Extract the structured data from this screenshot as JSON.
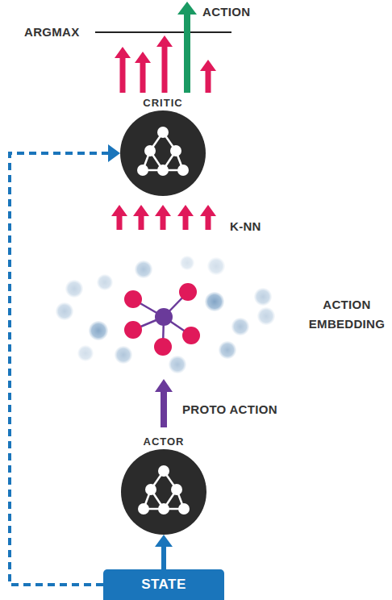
{
  "diagram": {
    "nodes": [
      {
        "text": [
          "CRITIC"
        ]
      },
      {
        "text": [
          "ACTOR"
        ]
      },
      {
        "text": [
          "STATE"
        ]
      }
    ],
    "edges": [
      {
        "from": 2,
        "to": 1,
        "arrow": "to"
      },
      {
        "from": 2,
        "to": 0,
        "arrow": "to"
      }
    ],
    "labels": [
      "ACTION",
      "ARGMAX",
      "K-NN",
      "ACTION EMBEDDING",
      "PROTO ACTION"
    ]
  }
}
